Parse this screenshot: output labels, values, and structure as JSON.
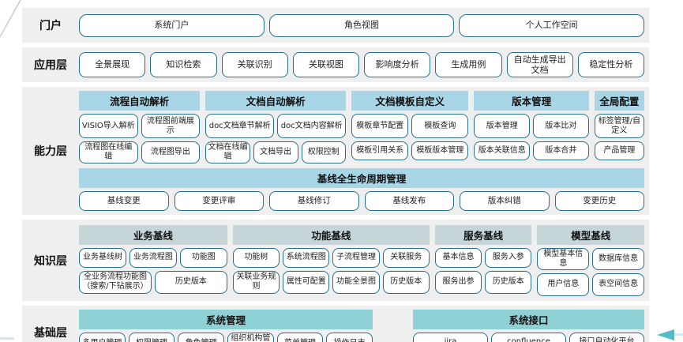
{
  "colors": {
    "band_bg": "#efefef",
    "box_border": "#26708f",
    "header_blue": "#a9d6e6",
    "header_gray": "#c6d5d7",
    "header_teal": "#8fd2d5",
    "accent_light_blue": "#cfe8f3",
    "arrow_teal": "#52bdc9",
    "spellcheck_red": "#e03030"
  },
  "misspelled_words": [
    "jira"
  ],
  "layers": [
    {
      "label": "门户",
      "items": [
        "系统门户",
        "角色视图",
        "个人工作空间"
      ]
    },
    {
      "label": "应用层",
      "items": [
        "全景展现",
        "知识检索",
        "关联识别",
        "关联视图",
        "影响度分析",
        "生成用例",
        "自动生成导出文档",
        "稳定性分析"
      ]
    },
    {
      "label": "能力层",
      "groups": [
        {
          "header": "流程自动解析",
          "rows": [
            [
              "VISIO导入解析",
              "流程图前端展示"
            ],
            [
              "流程图在线编辑",
              "流程图导出"
            ]
          ]
        },
        {
          "header": "文档自动解析",
          "rows": [
            [
              "doc文档章节解析",
              "doc文档内容解析"
            ],
            [
              "文档在线编辑",
              "文档导出",
              "权限控制"
            ]
          ]
        },
        {
          "header": "文档模板自定义",
          "rows": [
            [
              "模板章节配置",
              "模板查询"
            ],
            [
              "模板引用关系",
              "模板版本管理"
            ]
          ]
        },
        {
          "header": "版本管理",
          "rows": [
            [
              "版本管理",
              "版本比对"
            ],
            [
              "版本关联信息",
              "版本合并"
            ]
          ]
        },
        {
          "header": "全局配置",
          "rows": [
            [
              "标签管理/自定义"
            ],
            [
              "产品管理"
            ]
          ]
        }
      ],
      "lifecycle": {
        "header": "基线全生命周期管理",
        "items": [
          "基线变更",
          "变更评审",
          "基线修订",
          "基线发布",
          "版本纠错",
          "变更历史"
        ]
      }
    },
    {
      "label": "知识层",
      "groups": [
        {
          "header": "业务基线",
          "rows": [
            [
              "业务基线树",
              "业务流程图",
              "功能图"
            ],
            [
              "全业务流程功能图（搜索/下钻展示）",
              "历史版本"
            ]
          ]
        },
        {
          "header": "功能基线",
          "rows": [
            [
              "功能树",
              "系统流程图",
              "子流程管理",
              "关联服务"
            ],
            [
              "关联业务规则",
              "属性可配置",
              "功能全景图",
              "历史版本"
            ]
          ]
        },
        {
          "header": "服务基线",
          "rows": [
            [
              "基本信息",
              "服务入参"
            ],
            [
              "服务出参",
              "历史版本"
            ]
          ]
        },
        {
          "header": "模型基线",
          "rows": [
            [
              "模型基本信息",
              "数据库信息"
            ],
            [
              "用户信息",
              "表空间信息"
            ]
          ]
        }
      ]
    },
    {
      "label": "基础层",
      "groups": [
        {
          "header": "系统管理",
          "rows": [
            [
              "多用户管理",
              "权限管理",
              "角色管理",
              "组织机构管理",
              "菜单管理",
              "操作日志"
            ]
          ]
        },
        {
          "header": "系统接口",
          "rows": [
            [
              "jira",
              "confluence",
              "接口自动化平台"
            ]
          ]
        }
      ]
    }
  ]
}
